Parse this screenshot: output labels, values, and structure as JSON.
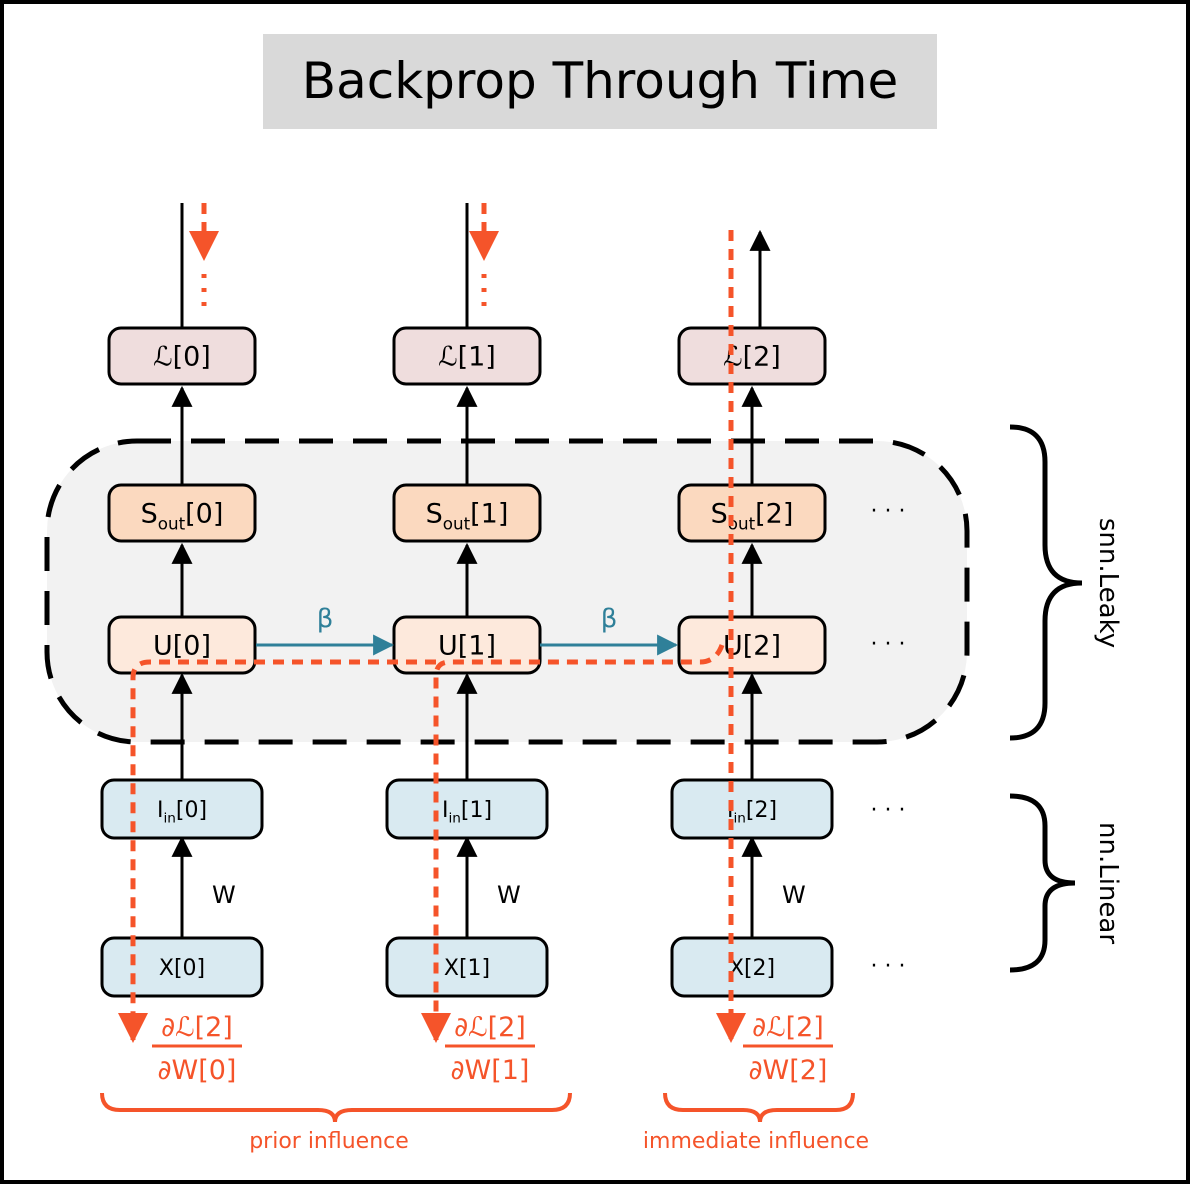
{
  "title": "Backprop Through Time",
  "timesteps": [
    {
      "loss": "ℒ[0]",
      "spike_out": {
        "base": "S",
        "sub": "out",
        "suffix": "[0]"
      },
      "membrane": "U[0]",
      "current_in": {
        "base": "I",
        "sub": "in",
        "suffix": "[0]"
      },
      "input": "X[0]",
      "weight": "W",
      "grad_num": "∂ℒ[2]",
      "grad_den": "∂W[0]"
    },
    {
      "loss": "ℒ[1]",
      "spike_out": {
        "base": "S",
        "sub": "out",
        "suffix": "[1]"
      },
      "membrane": "U[1]",
      "current_in": {
        "base": "I",
        "sub": "in",
        "suffix": "[1]"
      },
      "input": "X[1]",
      "weight": "W",
      "grad_num": "∂ℒ[2]",
      "grad_den": "∂W[1]"
    },
    {
      "loss": "ℒ[2]",
      "spike_out": {
        "base": "S",
        "sub": "out",
        "suffix": "[2]"
      },
      "membrane": "U[2]",
      "current_in": {
        "base": "I",
        "sub": "in",
        "suffix": "[2]"
      },
      "input": "X[2]",
      "weight": "W",
      "grad_num": "∂ℒ[2]",
      "grad_den": "∂W[2]"
    }
  ],
  "recurrent_labels": [
    "β",
    "β"
  ],
  "ellipsis": "· · ·",
  "groups": {
    "leaky": "snn.Leaky",
    "linear": "nn.Linear"
  },
  "influence": {
    "prior": "prior influence",
    "immediate": "immediate influence"
  },
  "colors": {
    "title_bg": "#d9d9d9",
    "loss_fill": "#efdddd",
    "spike_fill": "#fbd9bf",
    "membrane_fill": "#fde9dc",
    "linear_fill": "#d9eaf1",
    "leaky_region": "#f2f2f2",
    "gradient": "#f5542a",
    "beta": "#2f8099",
    "stroke": "#000000"
  }
}
